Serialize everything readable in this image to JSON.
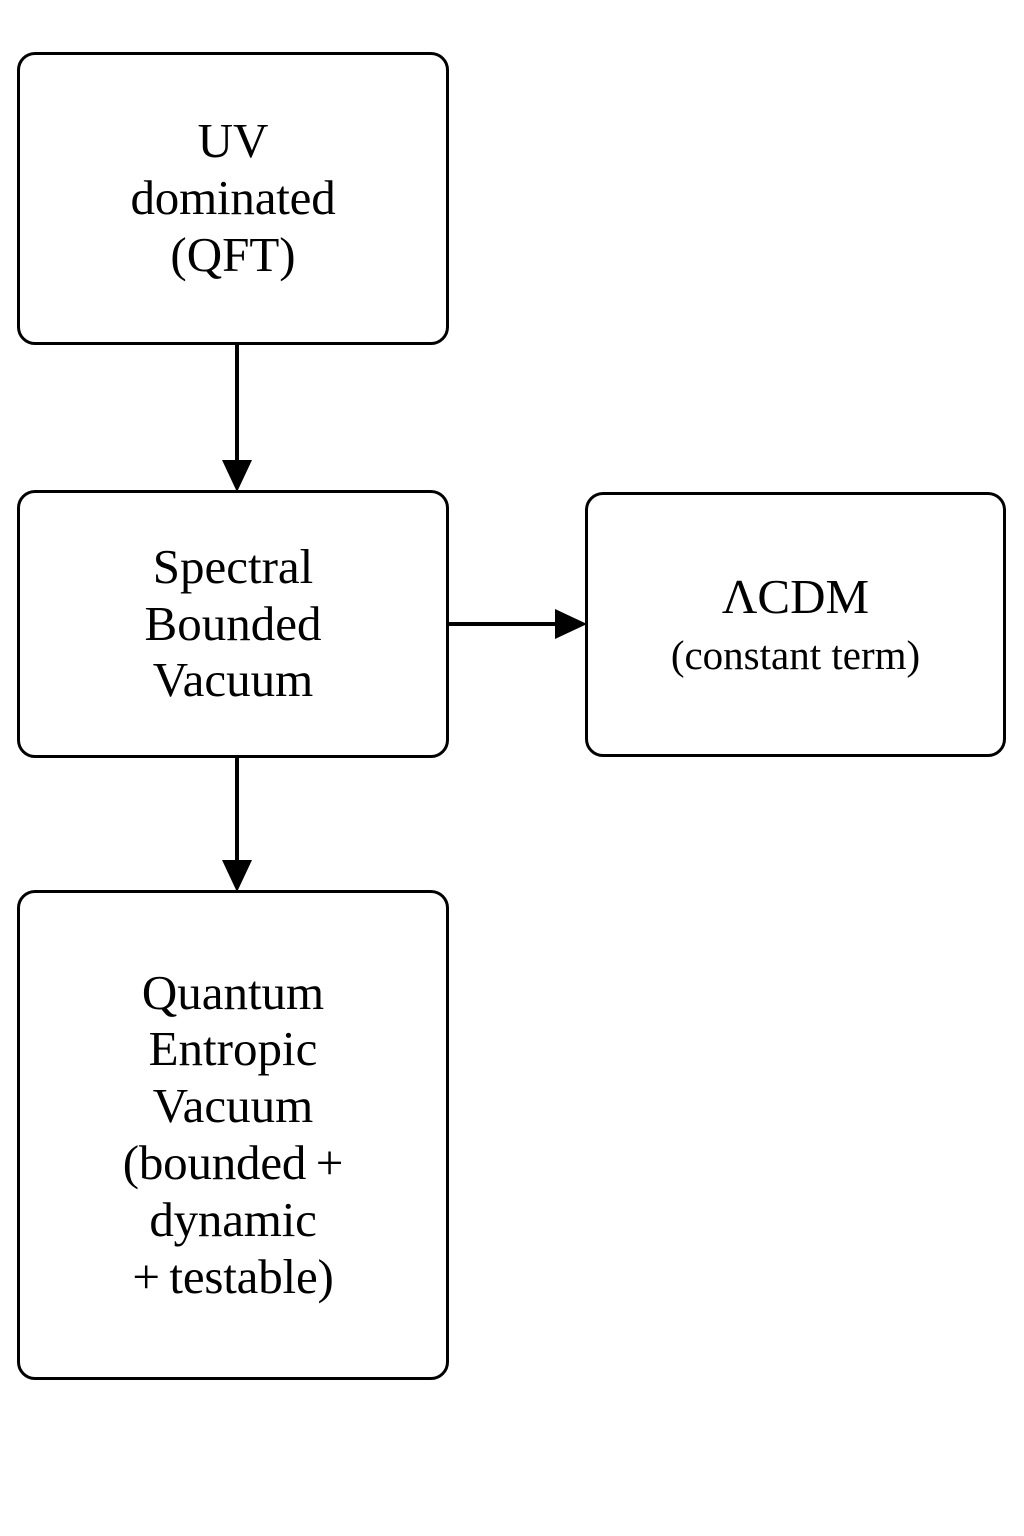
{
  "diagram": {
    "type": "flowchart",
    "background": "#ffffff",
    "stroke_color": "#000000",
    "nodes": [
      {
        "id": "uv",
        "name": "uv-dominated-node",
        "lines": [
          "UV",
          "dominated",
          "(QFT)"
        ]
      },
      {
        "id": "sbv",
        "name": "spectral-bounded-vacuum-node",
        "lines": [
          "Spectral",
          "Bounded",
          "Vacuum"
        ]
      },
      {
        "id": "lcdm",
        "name": "lambda-cdm-node",
        "lines": [
          "ΛCDM",
          "(constant term)"
        ]
      },
      {
        "id": "qev",
        "name": "quantum-entropic-vacuum-node",
        "lines": [
          "Quantum",
          "Entropic",
          "Vacuum",
          "(bounded +",
          "dynamic",
          "+ testable)"
        ]
      }
    ],
    "edges": [
      {
        "name": "edge-uv-to-spectral",
        "from": "uv",
        "to": "sbv",
        "direction": "down"
      },
      {
        "name": "edge-spectral-to-lcdm",
        "from": "sbv",
        "to": "lcdm",
        "direction": "right"
      },
      {
        "name": "edge-spectral-to-quantum",
        "from": "sbv",
        "to": "qev",
        "direction": "down"
      }
    ]
  }
}
